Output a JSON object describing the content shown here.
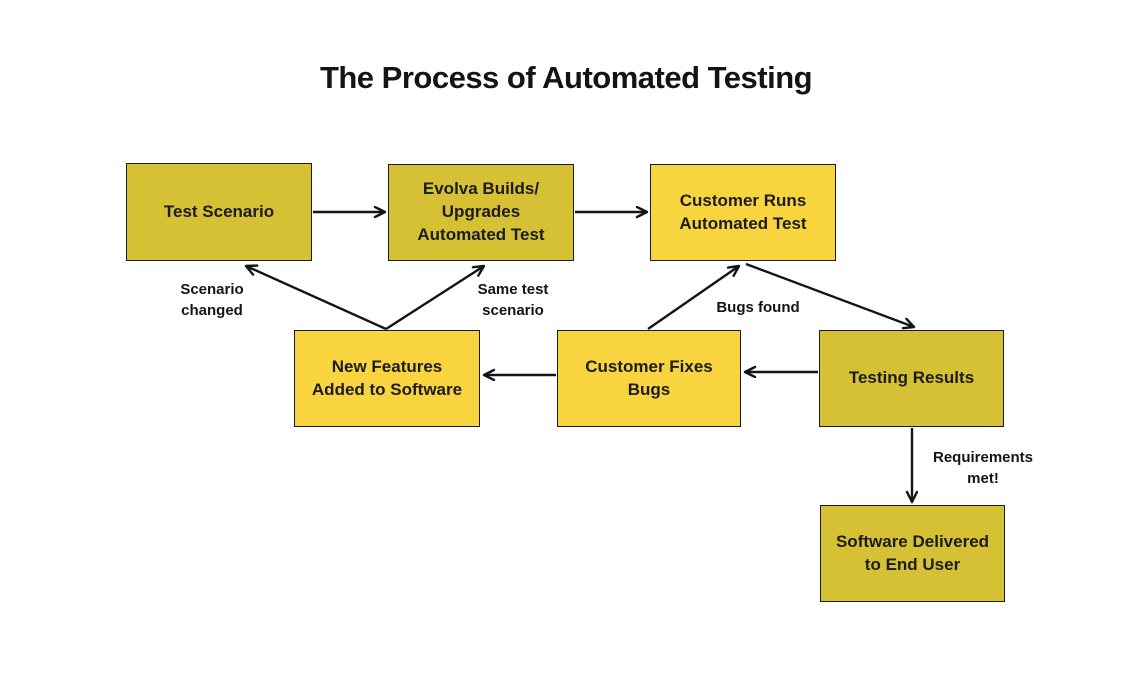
{
  "title": "The Process of Automated Testing",
  "colors": {
    "background": "#ffffff",
    "node_mustard": "#d5c133",
    "node_yellow": "#f8d43e",
    "node_border": "#1b1b1b",
    "text": "#141414",
    "arrow": "#141414"
  },
  "diagram": {
    "nodes": [
      {
        "id": "test-scenario",
        "label": "Test Scenario",
        "color": "#d5c133"
      },
      {
        "id": "evolva",
        "label": "Evolva Builds/\nUpgrades\nAutomated Test",
        "color": "#d5c133"
      },
      {
        "id": "customer-runs",
        "label": "Customer Runs\nAutomated Test",
        "color": "#f8d43e"
      },
      {
        "id": "new-features",
        "label": "New Features\nAdded to Software",
        "color": "#f8d43e"
      },
      {
        "id": "customer-fixes",
        "label": "Customer Fixes\nBugs",
        "color": "#f8d43e"
      },
      {
        "id": "testing-results",
        "label": "Testing Results",
        "color": "#d5c133"
      },
      {
        "id": "software-delivered",
        "label": "Software Delivered\nto End User",
        "color": "#d5c133"
      }
    ],
    "edges": [
      {
        "from": "test-scenario",
        "to": "evolva",
        "label": ""
      },
      {
        "from": "evolva",
        "to": "customer-runs",
        "label": ""
      },
      {
        "from": "customer-runs",
        "to": "testing-results",
        "label": ""
      },
      {
        "from": "testing-results",
        "to": "customer-fixes",
        "label": "Bugs found"
      },
      {
        "from": "customer-fixes",
        "to": "customer-runs",
        "label": ""
      },
      {
        "from": "customer-fixes",
        "to": "new-features",
        "label": ""
      },
      {
        "from": "new-features",
        "to": "test-scenario",
        "label": "Scenario changed"
      },
      {
        "from": "new-features",
        "to": "evolva",
        "label": "Same test scenario"
      },
      {
        "from": "testing-results",
        "to": "software-delivered",
        "label": "Requirements met!"
      }
    ],
    "edge_labels": [
      {
        "id": "scenario-changed",
        "text": "Scenario\nchanged"
      },
      {
        "id": "same-test",
        "text": "Same test\nscenario"
      },
      {
        "id": "bugs-found",
        "text": "Bugs found"
      },
      {
        "id": "requirements-met",
        "text": "Requirements\nmet!"
      }
    ]
  }
}
